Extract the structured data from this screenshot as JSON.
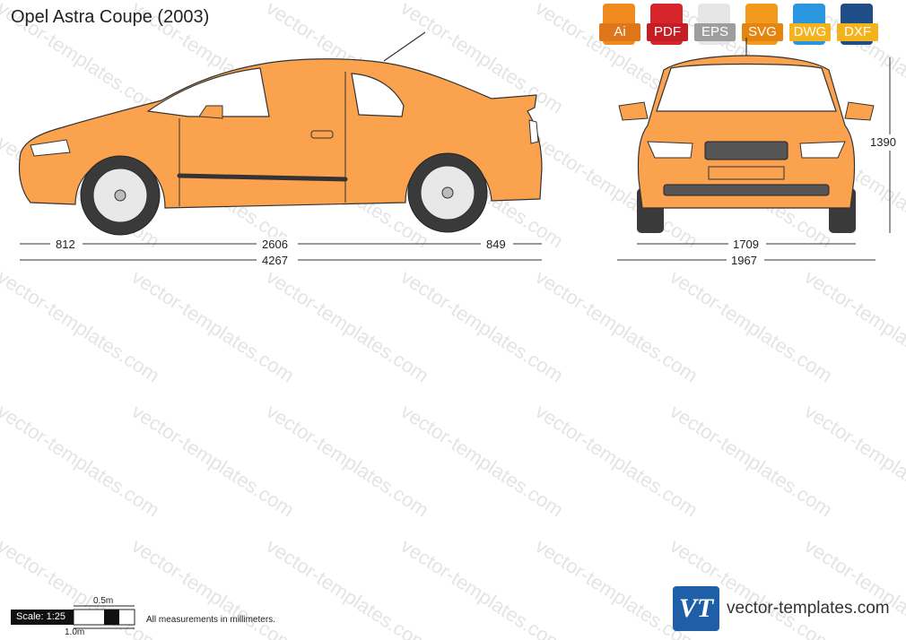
{
  "title": "Opel Astra Coupe (2003)",
  "watermark_text": "vector-templates.com",
  "formats": [
    {
      "label": "Ai",
      "color": "#f08a1e",
      "icon": "ai-file-icon"
    },
    {
      "label": "PDF",
      "color": "#d8252b",
      "icon": "pdf-file-icon"
    },
    {
      "label": "EPS",
      "color": "#9e9e9e",
      "icon": "eps-file-icon"
    },
    {
      "label": "SVG",
      "color": "#f39a1d",
      "icon": "svg-file-icon"
    },
    {
      "label": "DWG",
      "color": "#2a96e0",
      "icon": "dwg-file-icon"
    },
    {
      "label": "DXF",
      "color": "#1f4e86",
      "icon": "dxf-file-icon"
    }
  ],
  "dimensions": {
    "front_overhang": "812",
    "wheelbase": "2606",
    "rear_overhang": "849",
    "length": "4267",
    "track": "1709",
    "width": "1967",
    "height": "1390"
  },
  "scale": {
    "label": "Scale: 1:25",
    "half_meter": "0.5m",
    "one_meter": "1.0m"
  },
  "note": "All measurements in millimeters.",
  "brand": {
    "logo_text": "VT",
    "name": "vector-templates.com"
  },
  "colors": {
    "body": "#fba24e",
    "outline": "#333333",
    "glass": "#ffffff"
  }
}
